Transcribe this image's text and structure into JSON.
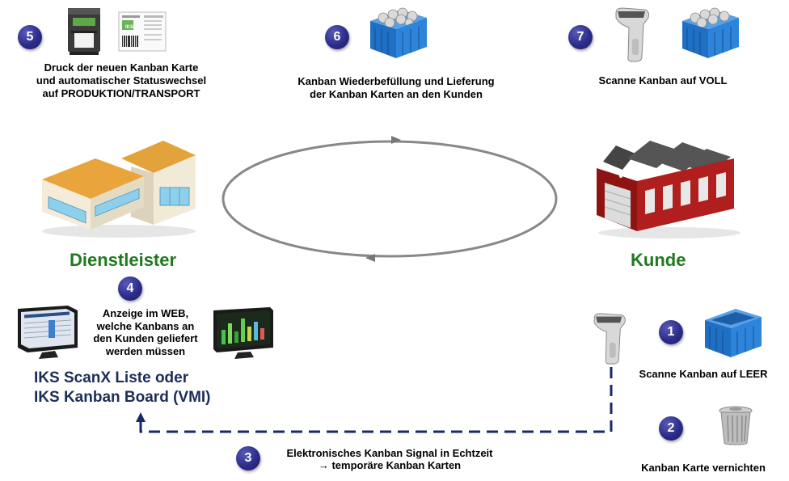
{
  "steps": {
    "s1": {
      "number": "1",
      "text": "Scanne Kanban auf LEER"
    },
    "s2": {
      "number": "2",
      "text": "Kanban Karte vernichten"
    },
    "s3": {
      "number": "3",
      "line1": "Elektronisches Kanban Signal in Echtzeit",
      "line2": "→ temporäre Kanban Karten"
    },
    "s4": {
      "number": "4",
      "line1": "Anzeige im WEB,",
      "line2": "welche Kanbans an",
      "line3": "den Kunden geliefert",
      "line4": "werden müssen"
    },
    "s5": {
      "number": "5",
      "line1": "Druck der neuen Kanban Karte",
      "line2": "und automatischer Statuswechsel",
      "line3": "auf PRODUKTION/TRANSPORT"
    },
    "s6": {
      "number": "6",
      "line1": "Kanban Wiederbefüllung und Lieferung",
      "line2": "der Kanban Karten an den Kunden"
    },
    "s7": {
      "number": "7",
      "text": "Scanne Kanban auf VOLL"
    }
  },
  "parties": {
    "provider": "Dienstleister",
    "customer": "Kunde"
  },
  "systems": {
    "line1": "IKS ScanX Liste oder",
    "line2": "IKS Kanban Board (VMI)"
  },
  "label_card_text": "IKS",
  "colors": {
    "badge": "#2c2c8a",
    "green_heading": "#1f7a1f",
    "navy_heading": "#1a2e5a",
    "dashed_line": "#1a2a66",
    "cycle": "#888888",
    "factory": "#a51c1c",
    "crate": "#1f6fc4"
  },
  "icons": [
    "printer-icon",
    "label-card-icon",
    "kanban-crate-icon",
    "barcode-scanner-icon",
    "warehouse-building-icon",
    "factory-icon",
    "monitor-icon",
    "trash-can-icon"
  ]
}
